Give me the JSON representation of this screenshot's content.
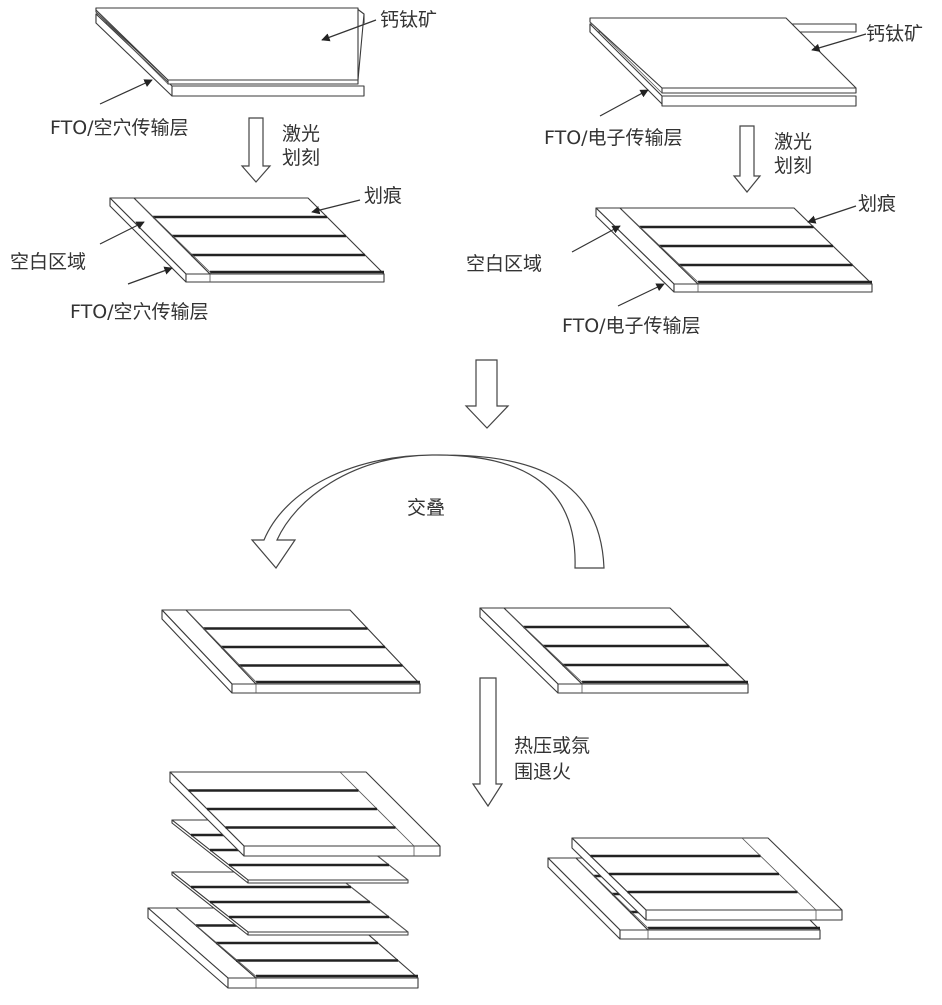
{
  "diagram": {
    "left_column": {
      "stage1": {
        "perovskite_label": "钙钛矿",
        "substrate_label": "FTO/空穴传输层"
      },
      "process_arrow_label_line1": "激光",
      "process_arrow_label_line2": "划刻",
      "stage2": {
        "scribe_label": "划痕",
        "blank_region_label": "空白区域",
        "substrate_label": "FTO/空穴传输层"
      }
    },
    "right_column": {
      "stage1": {
        "perovskite_label": "钙钛矿",
        "substrate_label": "FTO/电子传输层"
      },
      "process_arrow_label_line1": "激光",
      "process_arrow_label_line2": "划刻",
      "stage2": {
        "scribe_label": "划痕",
        "blank_region_label": "空白区域",
        "substrate_label": "FTO/电子传输层"
      }
    },
    "overlap_label": "交叠",
    "anneal_label_line1": "热压或氛",
    "anneal_label_line2": "围退火",
    "scribed_strip_count": 4
  }
}
